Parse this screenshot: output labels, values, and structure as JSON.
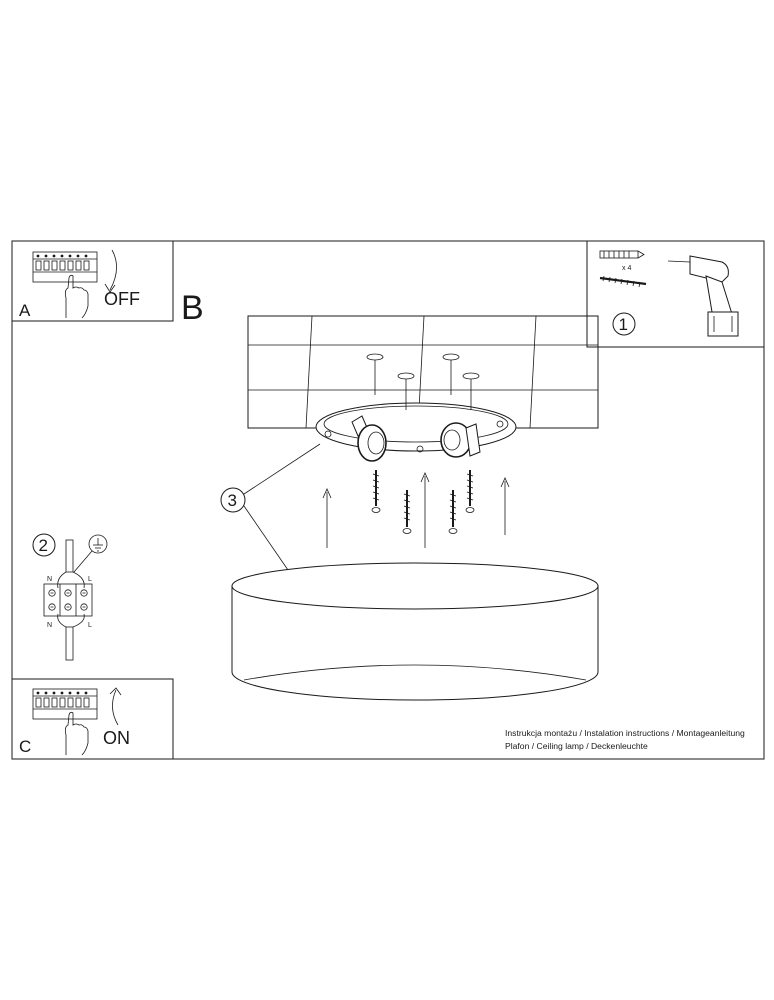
{
  "step_a": {
    "letter": "A",
    "action": "OFF"
  },
  "step_b": {
    "letter": "B"
  },
  "step_c": {
    "letter": "C",
    "action": "ON"
  },
  "tools_panel": {
    "number": "1",
    "dowel_quantity": "x 4"
  },
  "wiring": {
    "number": "2",
    "terminal_labels": {
      "left_top": "N",
      "right_top": "L",
      "left_bottom": "N",
      "right_bottom": "L"
    },
    "icons": [
      "earth-ground-icon",
      "terminal-block-icon"
    ]
  },
  "lamp_callout": {
    "number": "3"
  },
  "captions": {
    "line1": "Instrukcja montażu / Instalation instructions / Montageanleitung",
    "line2": "Plafon / Ceiling lamp / Deckenleuchte"
  },
  "icons": [
    "circuit-breaker-icon",
    "hand-icon",
    "rotate-arrow-icon",
    "wall-plug-icon",
    "screw-icon",
    "drill-icon",
    "up-arrow-icon"
  ]
}
